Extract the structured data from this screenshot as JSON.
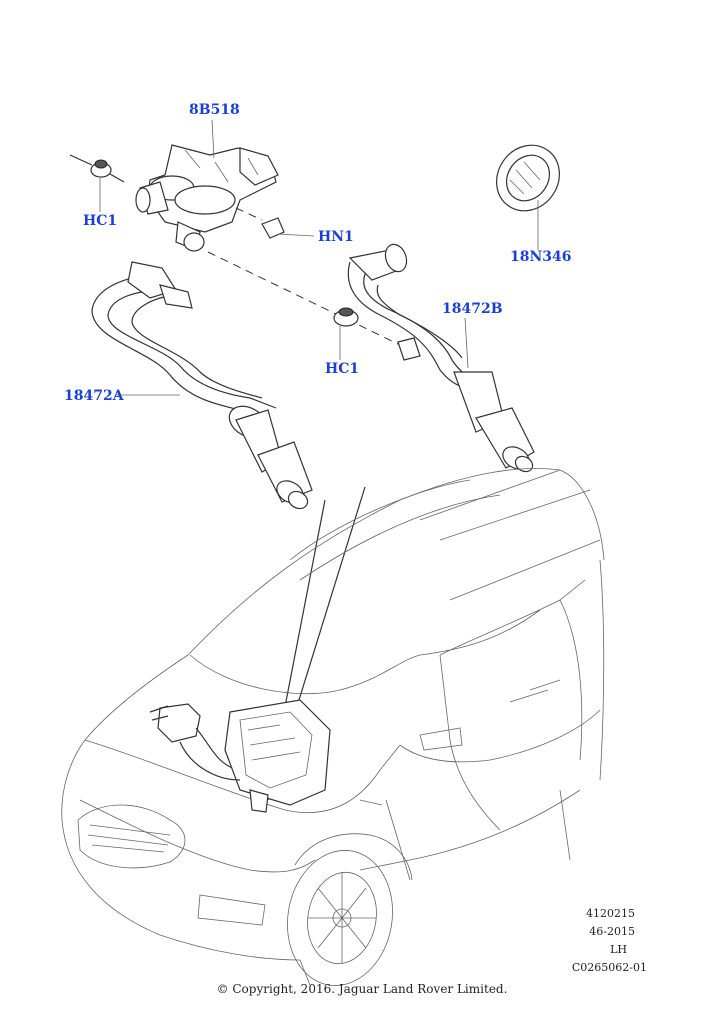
{
  "callouts": {
    "pump_8b518": "8B518",
    "clip_hc1_left": "HC1",
    "nut_hn1": "HN1",
    "grommet_18n346": "18N346",
    "hose_18472b": "18472B",
    "clip_hc1_center": "HC1",
    "hose_18472a": "18472A"
  },
  "reference": {
    "line1": "4120215",
    "line2": "46-2015",
    "line3": "LH",
    "line4": "C0265062-01"
  },
  "copyright": "© Copyright, 2016. Jaguar Land Rover Limited.",
  "colors": {
    "callout": "#1a3fd6",
    "linework": "#333333",
    "background": "#ffffff"
  }
}
